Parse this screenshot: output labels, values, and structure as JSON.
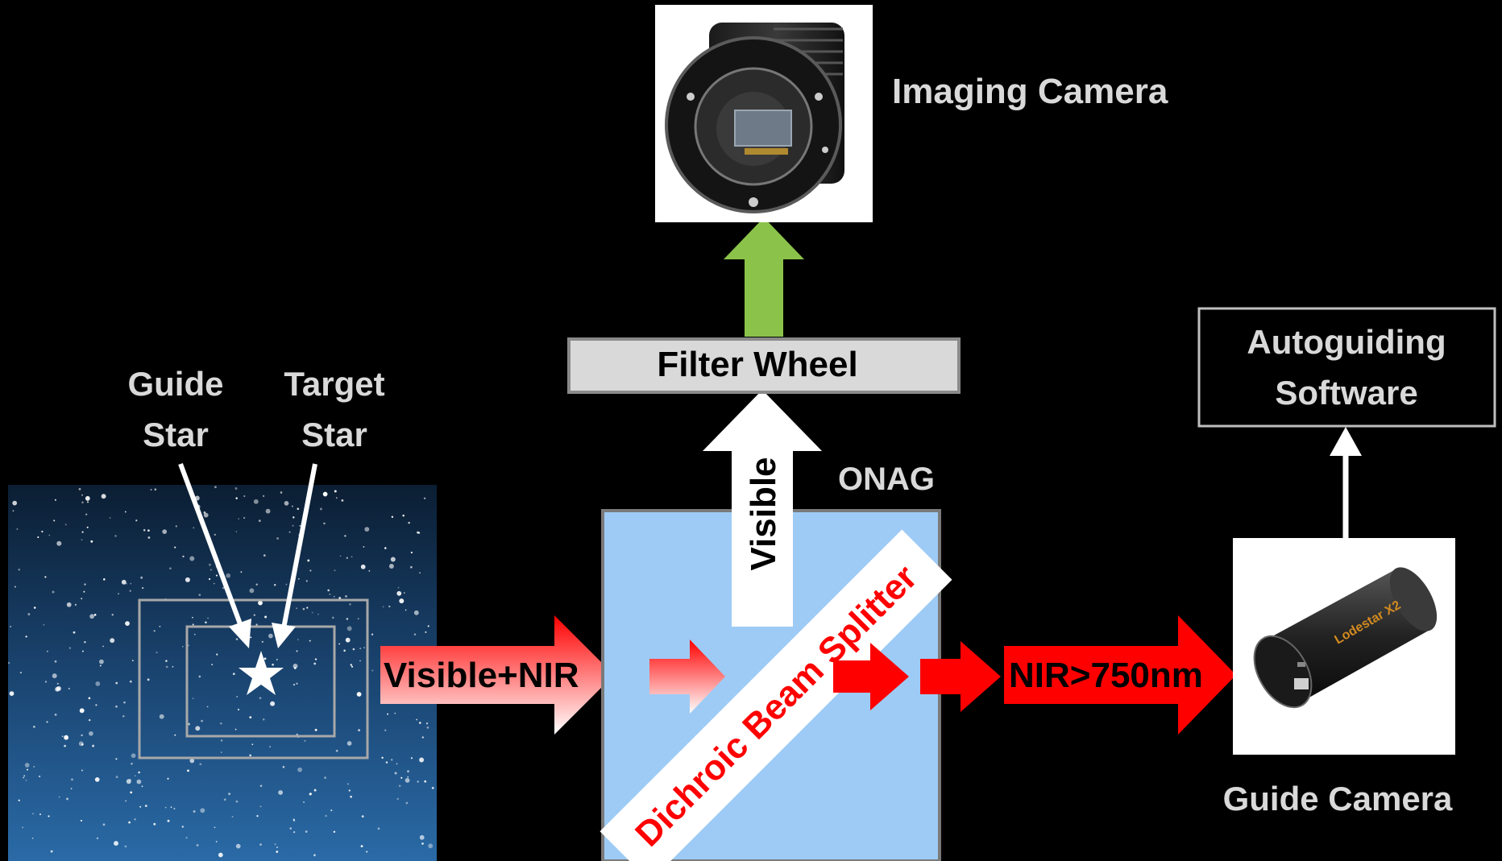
{
  "labels": {
    "imaging_camera": "Imaging Camera",
    "filter_wheel": "Filter Wheel",
    "autoguiding_line1": "Autoguiding",
    "autoguiding_line2": "Software",
    "guide_star_line1": "Guide",
    "guide_star_line2": "Star",
    "target_star_line1": "Target",
    "target_star_line2": "Star",
    "onag": "ONAG",
    "visible": "Visible",
    "visible_nir": "Visible+NIR",
    "dichroic": "Dichroic Beam Splitter",
    "nir": "NIR>750nm",
    "guide_camera": "Guide Camera",
    "guide_cam_brand": "Lodestar X2"
  },
  "colors": {
    "background": "#000000",
    "text": "#d9d9d9",
    "red": "#ff0000",
    "green": "#8bc34a",
    "onag_box": "#9ecbf5",
    "filter_box": "#d9d9d9",
    "sky": "#1f4d7a"
  },
  "icons": {
    "imaging_camera": "imaging-camera-photo",
    "guide_camera": "guide-camera-photo",
    "star_field": "star-field-photo"
  }
}
